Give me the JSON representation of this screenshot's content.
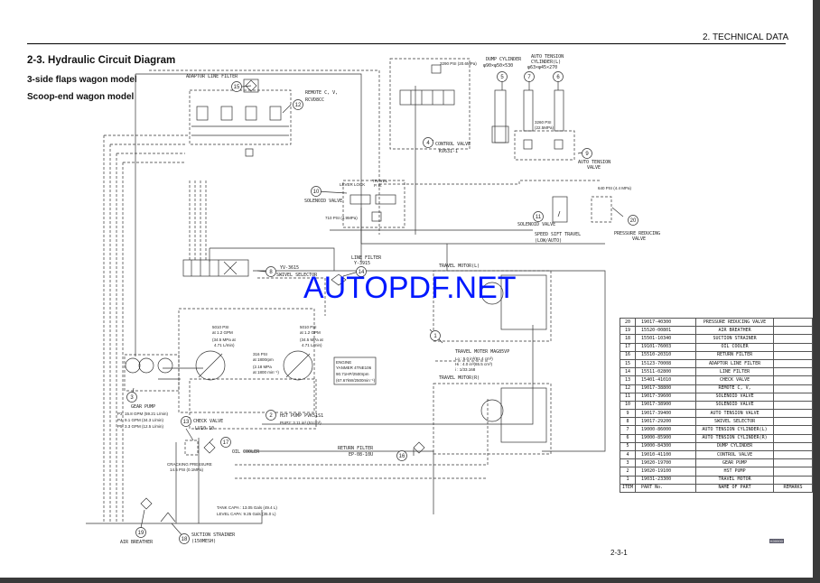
{
  "header": {
    "section": "2. TECHNICAL DATA"
  },
  "title": "2-3. Hydraulic Circuit Diagram",
  "subtitles": [
    "3-side flaps wagon model",
    "Scoop-end wagon model"
  ],
  "watermark": "AUTOPDF.NET",
  "page_number": "2-3-1",
  "image_code": "K00000",
  "diagram": {
    "labels": {
      "adaptor_line_filter": "ADAPTOR LINE FILTER",
      "remote_cv": "REMOTE C, V,",
      "remote_cv_model": "RCVD8CC",
      "relief_3290": "3290 PSI (20.6MPa)",
      "dump_cylinder": "DUMP CYLINDER",
      "dump_cylinder_spec": "φ90×φ50×530",
      "auto_tension_cyl": "AUTO TENSION",
      "auto_tension_cyl2": "CYLINDER(L)",
      "auto_tension_spec": "φ63×φ45×270",
      "control_valve": "CONTROL VALVE",
      "control_valve_model": "KV631-1",
      "relief_3260a": "3260 PSI",
      "relief_3260b": "(22.5MPa)",
      "auto_tension_valve": "AUTO TENSION",
      "auto_tension_valve2": "VALVE",
      "lever_lock": "LEVER LOCK",
      "travel_pb": "TRAVEL",
      "travel_pb2": "P. B.",
      "solenoid_valve": "SOLENOID VALVE",
      "relief_710": "710 PSI (4.9MPa)",
      "solenoid_valve_11": "SOLENOID VALVE",
      "relief_640": "640 PSI (4.4 MPa)",
      "speed_shift": "SPEED SIFT TRAVEL",
      "speed_shift2": "(LOW/AUTO)",
      "pressure_reducing": "PRESSURE REDUCING",
      "pressure_reducing2": "VALVE",
      "swivel_model": "YV-3615",
      "swivel_selector": "SWIVEL SELECTOR",
      "line_filter": "LINE FILTER",
      "line_filter_model": "Y-3915",
      "travel_motor_l": "TRAVEL MOTOR(L)",
      "travel_motor_r": "TRAVEL MOTOR(R)",
      "travel_motor_model": "TRAVEL MOTER MAG85VP",
      "tm_lo": "Lo : 5.0 in³(81.4 cm³)",
      "tm_hi": "Hi : 4.0 in³(65.5 cm³)",
      "tm_ratio": "i : 1/33.168",
      "pump_a1": "5010 PSI",
      "pump_a2": "at 1.2 GPM",
      "pump_a3": "(34.5 MPa at",
      "pump_a4": "4.71 L/min)",
      "charge1": "316 PSI",
      "charge2": "at 1800rpm",
      "charge3": "(2.18 MPa",
      "charge4": "at 1800 min⁻¹)",
      "engine1": "ENGINE",
      "engine2": "YANMER 4TNE106",
      "engine3": "90.71HP/2500rpm",
      "engine4": "(67.67kW/2500min⁻¹)",
      "gear_pump": "GEAR PUMP",
      "gp1": "P3: 15.8 GPM (59.21 L/min)",
      "gp2": "P4: 9.1 GPM (34.3 L/min)",
      "gp3": "P5: 3.3 GPM (12.5 L/min)",
      "hst_pump": "HST PUMP PVK51S1",
      "hst_pump2": "PUP2: 3.11 in³ (51cm³)",
      "check_valve": "CHECK VALVE",
      "check_valve_model": "LV10-10",
      "oil_cooler": "OIL COOLER",
      "cracking1": "CRACKING PRESSURE",
      "cracking2": "14.5 PSI (0.1MPa)",
      "return_filter": "RETURN FILTER",
      "return_filter_model": "EP-08-10U",
      "tank1": "TANK CAPA : 13.05 Gals (49.4 L)",
      "tank2": "LEVEL CAPA: 9.25 Gals (35.0 L)",
      "air_breather": "AIR BREATHER",
      "suction_strainer": "SUCTION STRAINER",
      "suction_strainer2": "(150MESH)"
    }
  },
  "parts_table": {
    "columns": [
      "ITEM",
      "PART No.",
      "NAME OF PART",
      "REMARKS"
    ],
    "rows": [
      {
        "item": "20",
        "part": "19017-40300",
        "name": "PRESSURE REDUCING VALVE",
        "remarks": ""
      },
      {
        "item": "19",
        "part": "15520-00801",
        "name": "AIR BREATHER",
        "remarks": ""
      },
      {
        "item": "18",
        "part": "15501-10340",
        "name": "SUCTION STRAINER",
        "remarks": ""
      },
      {
        "item": "17",
        "part": "19101-76003",
        "name": "OIL COOLER",
        "remarks": ""
      },
      {
        "item": "16",
        "part": "15510-20310",
        "name": "RETURN FILTER",
        "remarks": ""
      },
      {
        "item": "15",
        "part": "15123-70008",
        "name": "ADAPTOR LINE FILTER",
        "remarks": ""
      },
      {
        "item": "14",
        "part": "15511-02800",
        "name": "LINE FILTER",
        "remarks": ""
      },
      {
        "item": "13",
        "part": "15401-41010",
        "name": "CHECK VALVE",
        "remarks": ""
      },
      {
        "item": "12",
        "part": "19017-38800",
        "name": "REMOTE C, V,",
        "remarks": ""
      },
      {
        "item": "11",
        "part": "19017-39600",
        "name": "SOLENOID VALVE",
        "remarks": ""
      },
      {
        "item": "10",
        "part": "19017-38900",
        "name": "SOLENOID VALVE",
        "remarks": ""
      },
      {
        "item": "9",
        "part": "19017-39400",
        "name": "AUTO TENSION VALVE",
        "remarks": ""
      },
      {
        "item": "8",
        "part": "19017-29200",
        "name": "SWIVEL SELECTOR",
        "remarks": ""
      },
      {
        "item": "7",
        "part": "19000-86000",
        "name": "AUTO TENSION CYLINDER(L)",
        "remarks": ""
      },
      {
        "item": "6",
        "part": "19000-85900",
        "name": "AUTO TENSION CYLINDER(R)",
        "remarks": ""
      },
      {
        "item": "5",
        "part": "19000-84300",
        "name": "DUMP CYLINDER",
        "remarks": ""
      },
      {
        "item": "4",
        "part": "19010-41100",
        "name": "CONTROL VALVE",
        "remarks": ""
      },
      {
        "item": "3",
        "part": "19020-19700",
        "name": "GEAR PUMP",
        "remarks": ""
      },
      {
        "item": "2",
        "part": "19020-19100",
        "name": "HST PUMP",
        "remarks": ""
      },
      {
        "item": "1",
        "part": "19031-23300",
        "name": "TRAVEL MOTOR",
        "remarks": ""
      }
    ]
  }
}
